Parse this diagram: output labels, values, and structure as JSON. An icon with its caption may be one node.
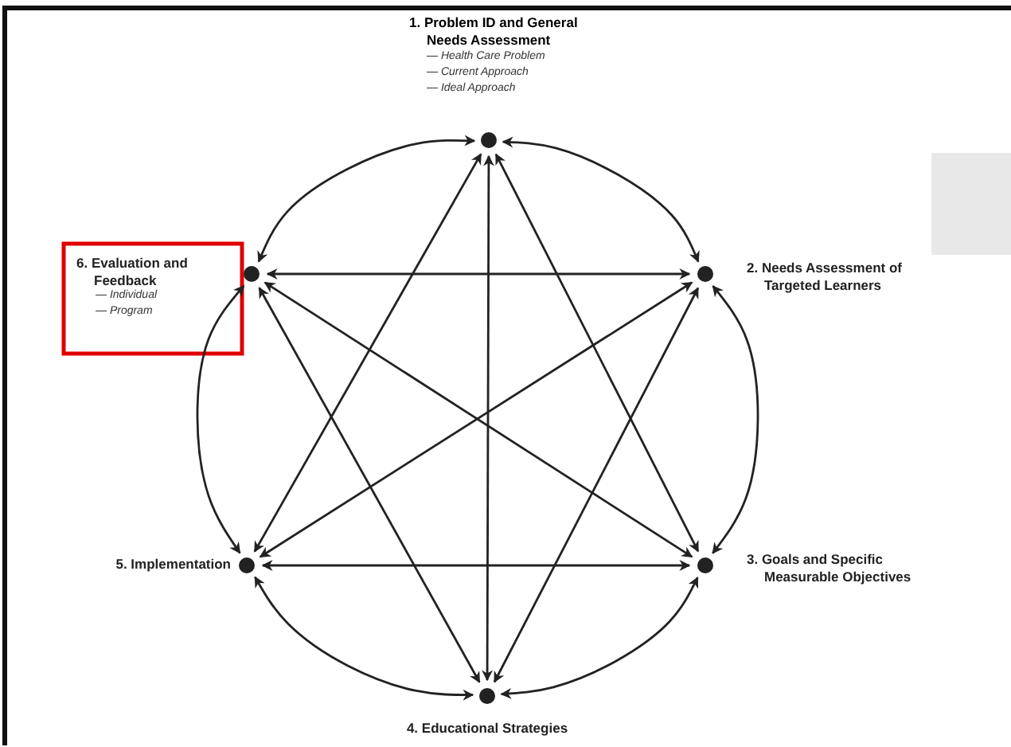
{
  "diagram": {
    "nodes": [
      {
        "text": [],
        "shape": "circle"
      },
      {
        "text": [
          "2. Needs Assessment of Targeted Learners"
        ]
      },
      {
        "text": [
          "3. Goals and Specific Measurable Objectives"
        ]
      },
      {
        "text": [
          "4. Educational Strategies"
        ]
      },
      {
        "text": [
          "5. Implementation"
        ]
      },
      {
        "text": [
          "6. Evaluation and Feedback"
        ]
      }
    ],
    "labels": [
      "1. Problem ID and General Needs Assessment",
      "— Health Care Problem",
      "— Current Approach",
      "— Ideal Approach",
      "— Individual",
      "— Program"
    ],
    "edges": [
      {
        "from": 0,
        "to": 1,
        "arrow": "both"
      },
      {
        "from": 1,
        "to": 2,
        "arrow": "both"
      },
      {
        "from": 2,
        "to": 3,
        "arrow": "both"
      },
      {
        "from": 3,
        "to": 4,
        "arrow": "both"
      },
      {
        "from": 4,
        "to": 5,
        "arrow": "both"
      },
      {
        "from": 5,
        "to": 0,
        "arrow": "both"
      },
      {
        "from": 0,
        "to": 2,
        "arrow": "both"
      },
      {
        "from": 0,
        "to": 3,
        "arrow": "both"
      },
      {
        "from": 0,
        "to": 4,
        "arrow": "both"
      },
      {
        "from": 1,
        "to": 3,
        "arrow": "both"
      },
      {
        "from": 1,
        "to": 4,
        "arrow": "both"
      },
      {
        "from": 1,
        "to": 5,
        "arrow": "both"
      },
      {
        "from": 2,
        "to": 4,
        "arrow": "both"
      },
      {
        "from": 2,
        "to": 5,
        "arrow": "both"
      },
      {
        "from": 3,
        "to": 5,
        "arrow": "both"
      }
    ]
  }
}
